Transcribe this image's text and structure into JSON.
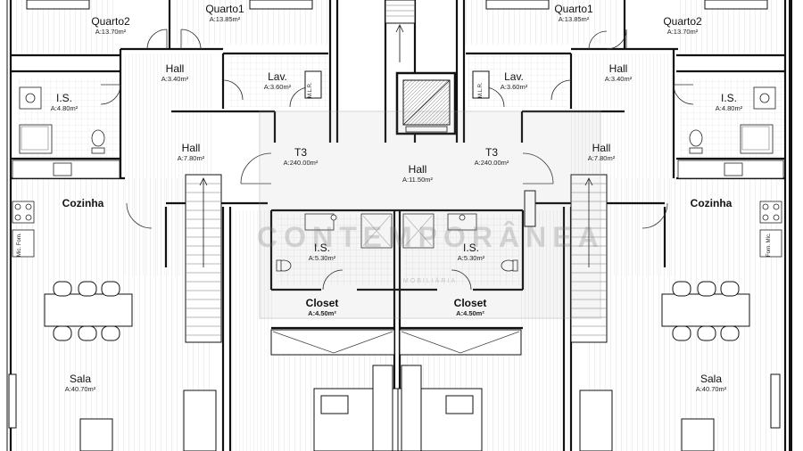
{
  "rooms": {
    "quarto2_left": {
      "name": "Quarto2",
      "area": "A:13.70m²"
    },
    "quarto1_left": {
      "name": "Quarto1",
      "area": "A:13.85m²"
    },
    "quarto1_right": {
      "name": "Quarto1",
      "area": "A:13.85m²"
    },
    "quarto2_right": {
      "name": "Quarto2",
      "area": "A:13.70m²"
    },
    "hall_left_top": {
      "name": "Hall",
      "area": "A:3.40m²"
    },
    "hall_right_top": {
      "name": "Hall",
      "area": "A:3.40m²"
    },
    "lav_left": {
      "name": "Lav.",
      "area": "A:3.60m²"
    },
    "lav_right": {
      "name": "Lav.",
      "area": "A:3.60m²"
    },
    "is_left": {
      "name": "I.S.",
      "area": "A:4.80m²"
    },
    "is_right": {
      "name": "I.S.",
      "area": "A:4.80m²"
    },
    "hall_left_mid": {
      "name": "Hall",
      "area": "A:7.80m²"
    },
    "hall_right_mid": {
      "name": "Hall",
      "area": "A:7.80m²"
    },
    "t3_left": {
      "name": "T3",
      "area": "A:240.00m²"
    },
    "t3_right": {
      "name": "T3",
      "area": "A:240.00m²"
    },
    "hall_center": {
      "name": "Hall",
      "area": "A:11.50m²"
    },
    "cozinha_left": {
      "name": "Cozinha",
      "area": ""
    },
    "cozinha_right": {
      "name": "Cozinha",
      "area": ""
    },
    "is_center_left": {
      "name": "I.S.",
      "area": "A:5.30m²"
    },
    "is_center_right": {
      "name": "I.S.",
      "area": "A:5.30m²"
    },
    "closet_left": {
      "name": "Closet",
      "area": "A:4.50m²"
    },
    "closet_right": {
      "name": "Closet",
      "area": "A:4.50m²"
    },
    "sala_left": {
      "name": "Sala",
      "area": "A:40.70m²"
    },
    "sala_right": {
      "name": "Sala",
      "area": "A:40.70m²"
    }
  },
  "small_labels": {
    "mlr_left": "M.L.R.",
    "mlr_right": "M.L.R.",
    "mic_forn_left": "Mic. Forn.",
    "forn_mic_right": "Forn. Mic."
  },
  "watermark": {
    "main": "CONTEMPORÂNEA",
    "sub": "IMOBILIÁRIA"
  },
  "colors": {
    "wall": "#111111",
    "hatch": "#9a9a9a",
    "floor_lines": "#c8c8c8",
    "watermark": "#8c8c8c"
  }
}
